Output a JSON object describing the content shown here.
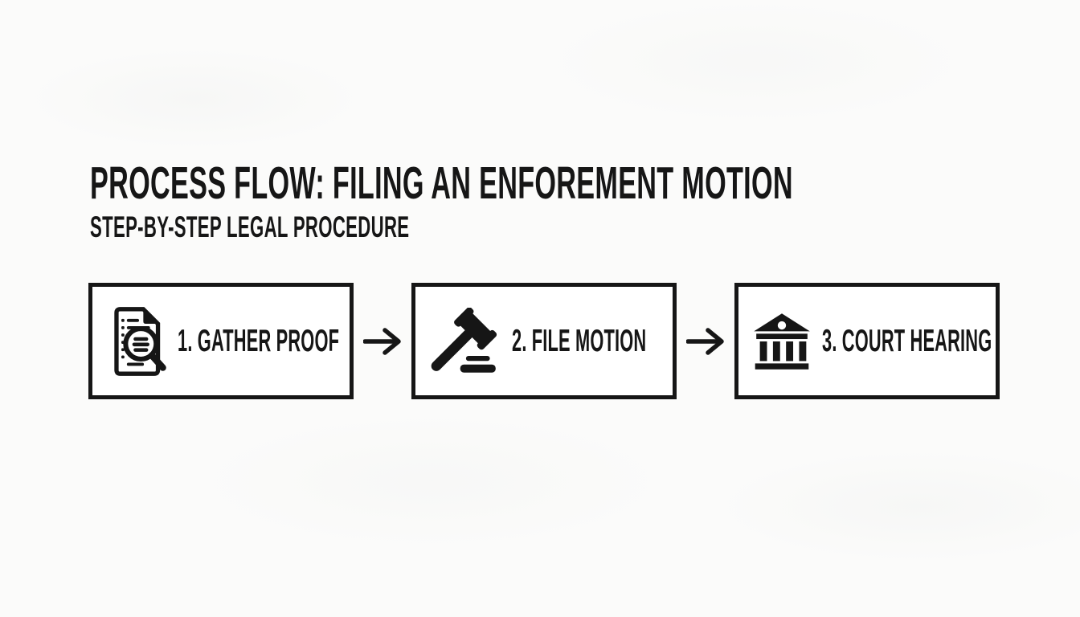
{
  "page": {
    "title": "PROCESS FLOW: FILING AN ENFOREMENT MOTION",
    "subtitle": "STEP-BY-STEP LEGAL PROCEDURE"
  },
  "flow": {
    "steps": [
      {
        "label": "1. GATHER PROOF",
        "icon": "document-search-icon"
      },
      {
        "label": "2. FILE MOTION",
        "icon": "gavel-icon"
      },
      {
        "label": "3. COURT HEARING",
        "icon": "courthouse-icon"
      }
    ],
    "connector_icon": "arrow-right-icon"
  },
  "colors": {
    "background": "#fbfbfa",
    "box_fill": "#ffffff",
    "ink": "#161616"
  }
}
